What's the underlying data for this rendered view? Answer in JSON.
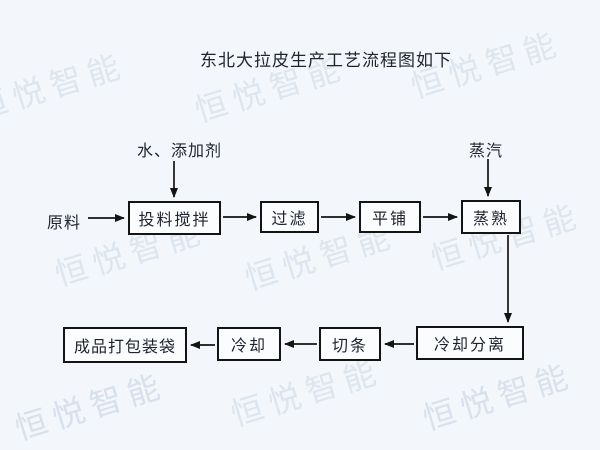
{
  "page": {
    "watermark_text": "恒悦智能",
    "background_color": "#f3f6fa"
  },
  "title": "东北大拉皮生产工艺流程图如下",
  "flowchart": {
    "inputs": [
      {
        "id": "raw-material",
        "text": "原料"
      },
      {
        "id": "water-additives",
        "text": "水、添加剂"
      },
      {
        "id": "steam",
        "text": "蒸汽"
      }
    ],
    "nodes": [
      {
        "id": "mixing",
        "label": "投料搅拌"
      },
      {
        "id": "filtering",
        "label": "过滤"
      },
      {
        "id": "spreading",
        "label": "平铺"
      },
      {
        "id": "steaming",
        "label": "蒸熟"
      },
      {
        "id": "cooling-separation",
        "label": "冷却分离"
      },
      {
        "id": "cutting",
        "label": "切条"
      },
      {
        "id": "cooling",
        "label": "冷却"
      },
      {
        "id": "packing",
        "label": "成品打包装袋"
      }
    ],
    "flow_order": "原料 → 投料搅拌 → 过滤 → 平铺 → 蒸熟 → 冷却分离 → 切条 → 冷却 → 成品打包装袋"
  },
  "colors": {
    "box_border": "#141414",
    "arrow": "#141414",
    "text": "#20242e",
    "watermark": "#acbcd6"
  }
}
